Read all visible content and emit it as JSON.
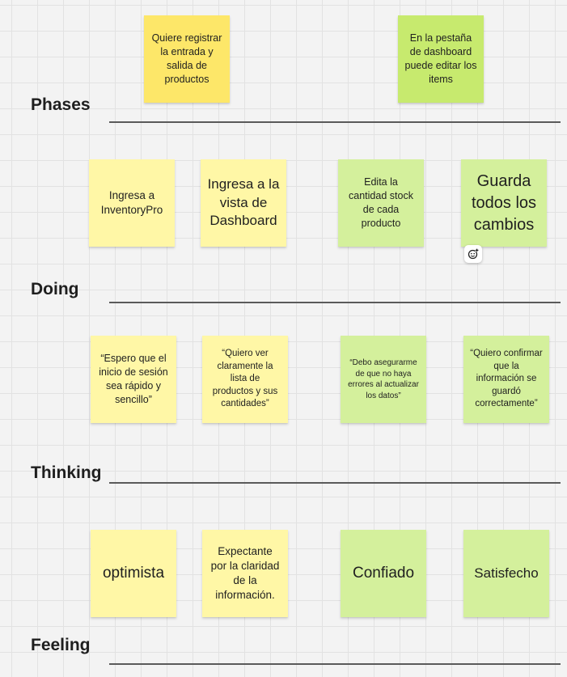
{
  "board": {
    "rows": [
      {
        "label": "Phases"
      },
      {
        "label": "Doing"
      },
      {
        "label": "Thinking"
      },
      {
        "label": "Feeling"
      }
    ],
    "phases": [
      "Quiere registrar la entrada y salida de productos",
      "En la pestaña de dashboard puede editar los items"
    ],
    "doing": [
      "Ingresa a InventoryPro",
      "Ingresa a la vista de Dashboard",
      "Edita la cantidad stock de cada producto",
      "Guarda todos los cambios"
    ],
    "thinking": [
      "“Espero que el inicio de sesión sea rápido y sencillo”",
      "“Quiero ver claramente la lista de productos y sus cantidades”",
      "“Debo asegurarme de que no haya errores al actualizar los datos”",
      "“Quiero confirmar que la información se guardó correctamente”"
    ],
    "feeling": [
      "optimista",
      "Expectante por la claridad de la información.",
      "Confiado",
      "Satisfecho"
    ]
  },
  "reaction": {
    "icon": "add-reaction-icon"
  },
  "colors": {
    "yellow_deep": "#fde769",
    "yellow": "#fff7a6",
    "green_deep": "#c7ea6e",
    "green": "#d4f09c",
    "rule": "#5a5a5a"
  }
}
